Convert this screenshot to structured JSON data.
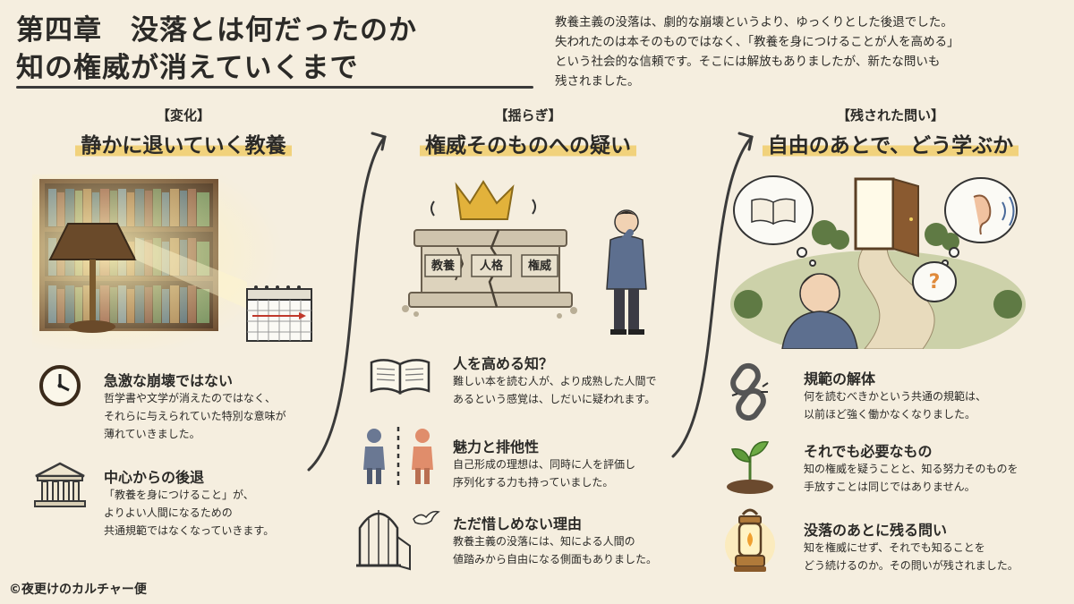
{
  "title": {
    "line1": "第四章　没落とは何だったのか",
    "line2": "知の権威が消えていくまで"
  },
  "intro": [
    "教養主義の没落は、劇的な崩壊というより、ゆっくりとした後退でした。",
    "失われたのは本そのものではなく、「教養を身につけることが人を高める」",
    "という社会的な信頼です。そこには解放もありましたが、新たな問いも",
    "残されました。"
  ],
  "columns": [
    {
      "tag": "【変化】",
      "heading": "静かに退いていく教養",
      "items": [
        {
          "icon": "clock-icon",
          "title": "急激な崩壊ではない",
          "body": [
            "哲学書や文学が消えたのではなく、",
            "それらに与えられていた特別な意味が",
            "薄れていきました。"
          ]
        },
        {
          "icon": "temple-icon",
          "title": "中心からの後退",
          "body": [
            "「教養を身につけること」が、",
            "よりよい人間になるための",
            "共通規範ではなくなっていきます。"
          ]
        }
      ]
    },
    {
      "tag": "【揺らぎ】",
      "heading": "権威そのものへの疑い",
      "pedestal_labels": [
        "教養",
        "人格",
        "権威"
      ],
      "items": [
        {
          "icon": "open-book-icon",
          "title": "人を高める知？",
          "body": [
            "難しい本を読む人が、より成熟した人間で",
            "あるという感覚は、しだいに疑われます。"
          ]
        },
        {
          "icon": "two-people-icon",
          "title": "魅力と排他性",
          "body": [
            "自己形成の理想は、同時に人を評価し",
            "序列化する力も持っていました。"
          ]
        },
        {
          "icon": "open-birdcage-icon",
          "title": "ただ惜しめない理由",
          "body": [
            "教養主義の没落には、知による人間の",
            "値踏みから自由になる側面もありました。"
          ]
        }
      ]
    },
    {
      "tag": "【残された問い】",
      "heading": "自由のあとで、どう学ぶか",
      "items": [
        {
          "icon": "broken-chain-icon",
          "title": "規範の解体",
          "body": [
            "何を読むべきかという共通の規範は、",
            "以前ほど強く働かなくなりました。"
          ]
        },
        {
          "icon": "sprout-icon",
          "title": "それでも必要なもの",
          "body": [
            "知の権威を疑うことと、知る努力そのものを",
            "手放すことは同じではありません。"
          ]
        },
        {
          "icon": "lantern-icon",
          "title": "没落のあとに残る問い",
          "body": [
            "知を権威にせず、それでも知ることを",
            "どう続けるのか。その問いが残されました。"
          ]
        }
      ]
    }
  ],
  "credit": "©夜更けのカルチャー便",
  "colors": {
    "background": "#f5eedf",
    "highlight": "#f1d27c",
    "text": "#2b2a27",
    "accent_gold": "#e2b23b"
  }
}
